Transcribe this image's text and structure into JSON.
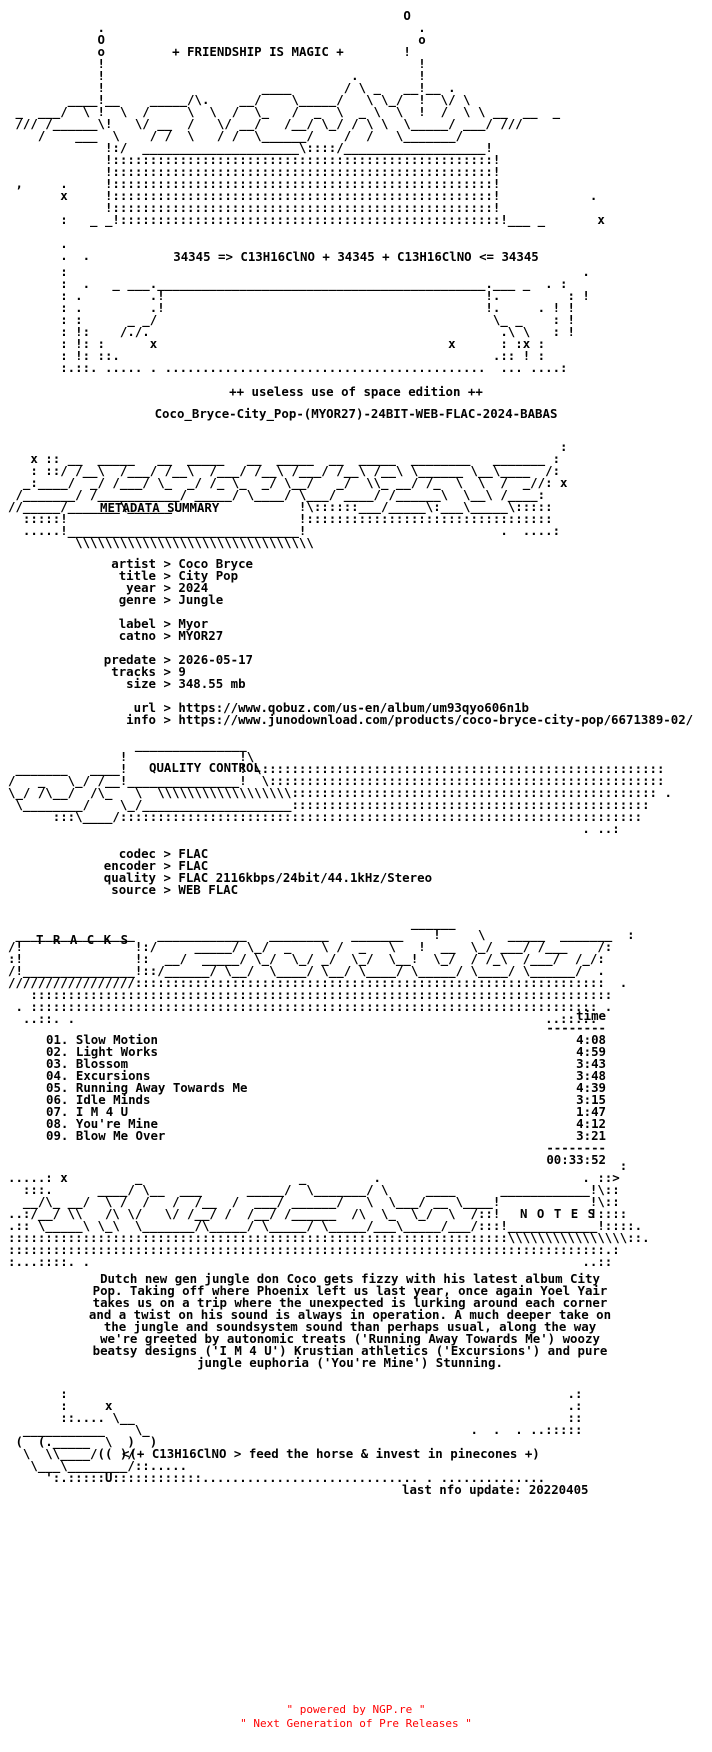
{
  "banner": {
    "tagline": "+ FRIENDSHIP IS MAGIC +",
    "formula": "34345 => C13H16ClNO + 34345 + C13H16ClNO <= 34345",
    "edition": "++ useless use of space edition ++",
    "release_name": "Coco_Bryce-City_Pop-(MYOR27)-24BIT-WEB-FLAC-2024-BABAS"
  },
  "sections": {
    "metadata": "METADATA SUMMARY",
    "quality": "QUALITY CONTROL",
    "tracks": "T R A C K S",
    "notes": "N O T E S"
  },
  "metadata": [
    {
      "key": "artist",
      "value": "Coco Bryce"
    },
    {
      "key": "title",
      "value": "City Pop"
    },
    {
      "key": "year",
      "value": "2024"
    },
    {
      "key": "genre",
      "value": "Jungle"
    },
    {
      "key": "",
      "value": ""
    },
    {
      "key": "label",
      "value": "Myor"
    },
    {
      "key": "catno",
      "value": "MYOR27"
    },
    {
      "key": "",
      "value": ""
    },
    {
      "key": "predate",
      "value": "2026-05-17"
    },
    {
      "key": "tracks",
      "value": "9"
    },
    {
      "key": "size",
      "value": "348.55 mb"
    },
    {
      "key": "",
      "value": ""
    },
    {
      "key": "url",
      "value": "https://www.qobuz.com/us-en/album/um93qyo606n1b"
    },
    {
      "key": "info",
      "value": "https://www.junodownload.com/products/coco-bryce-city-pop/6671389-02/"
    }
  ],
  "quality": [
    {
      "key": "codec",
      "value": "FLAC"
    },
    {
      "key": "encoder",
      "value": "FLAC"
    },
    {
      "key": "quality",
      "value": "FLAC 2116kbps/24bit/44.1kHz/Stereo"
    },
    {
      "key": "source",
      "value": "WEB FLAC"
    }
  ],
  "tracklist": {
    "header": "time",
    "rule": "--------",
    "items": [
      {
        "num": "01.",
        "name": "Slow Motion",
        "time": "4:08"
      },
      {
        "num": "02.",
        "name": "Light Works",
        "time": "4:59"
      },
      {
        "num": "03.",
        "name": "Blossom",
        "time": "3:43"
      },
      {
        "num": "04.",
        "name": "Excursions",
        "time": "3:48"
      },
      {
        "num": "05.",
        "name": "Running Away Towards Me",
        "time": "4:39"
      },
      {
        "num": "06.",
        "name": "Idle Minds",
        "time": "3:15"
      },
      {
        "num": "07.",
        "name": "I M 4 U",
        "time": "1:47"
      },
      {
        "num": "08.",
        "name": "You're Mine",
        "time": "4:12"
      },
      {
        "num": "09.",
        "name": "Blow Me Over",
        "time": "3:21"
      }
    ],
    "total": "00:33:52"
  },
  "notes_text": [
    "Dutch new gen jungle don Coco gets fizzy with his latest album City",
    "Pop. Taking off where Phoenix left us last year, once again Yoel Yair",
    "takes us on a trip where the unexpected is lurking around each corner",
    "and a twist on his sound is always in operation. A much deeper take on",
    "the jungle and soundsystem sound than perhaps usual, along the way",
    "we're greeted by autonomic treats ('Running Away Towards Me') woozy",
    "beatsy designs ('I M 4 U') Krustian athletics ('Excursions') and pure",
    "jungle euphoria ('You're Mine') Stunning."
  ],
  "sign_off": "<(+ C13H16ClNO > feed the horse & invest in pinecones +)",
  "last_update": "last nfo update: 20220405",
  "footer": {
    "line1": "\" powered by NGP.re \"",
    "line2": "\" Next Generation of Pre Releases \""
  }
}
